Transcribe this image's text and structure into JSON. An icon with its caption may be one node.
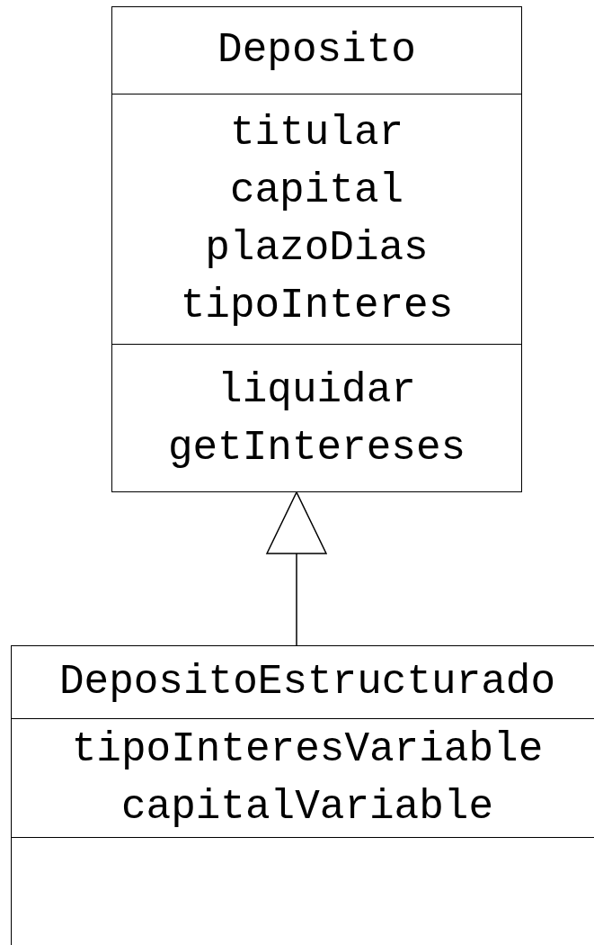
{
  "diagram": {
    "nodes": [
      {
        "text": [
          "Deposito",
          "titular capital plazoDias tipoInteres",
          "liquidar getIntereses"
        ]
      },
      {
        "text": [
          "DepositoEstructurado",
          "tipoInteresVariable capitalVariable"
        ]
      }
    ],
    "edges": [
      {
        "from": 1,
        "to": 0,
        "arrow": "to"
      }
    ]
  }
}
